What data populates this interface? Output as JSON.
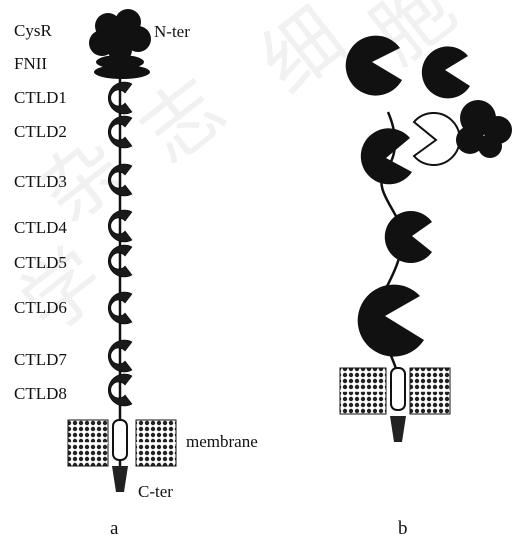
{
  "watermark": [
    "学",
    "杂",
    "志",
    "细",
    "胞"
  ],
  "panel_a": {
    "caption": "a",
    "domains": [
      "CysR",
      "FNII",
      "CTLD1",
      "CTLD2",
      "CTLD3",
      "CTLD4",
      "CTLD5",
      "CTLD6",
      "CTLD7",
      "CTLD8"
    ],
    "n_terminus": "N-ter",
    "c_terminus": "C-ter",
    "membrane": "membrane"
  },
  "panel_b": {
    "caption": "b"
  },
  "colors": {
    "domain_fill": "#111111",
    "highlight_fill": "#ffffff",
    "membrane_fill": "#222222",
    "background": "#ffffff"
  }
}
